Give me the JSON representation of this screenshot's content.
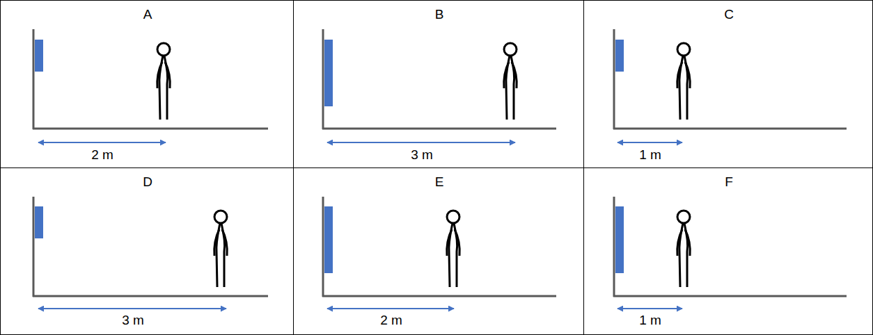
{
  "diagram": {
    "nodes": [
      {
        "text": [
          "A",
          "2 m"
        ]
      },
      {
        "text": [
          "B",
          "3 m"
        ]
      },
      {
        "text": [
          "C",
          "1 m"
        ]
      },
      {
        "text": [
          "D",
          "3 m"
        ]
      },
      {
        "text": [
          "E",
          "2 m"
        ]
      },
      {
        "text": [
          "F",
          "1 m"
        ]
      }
    ]
  }
}
